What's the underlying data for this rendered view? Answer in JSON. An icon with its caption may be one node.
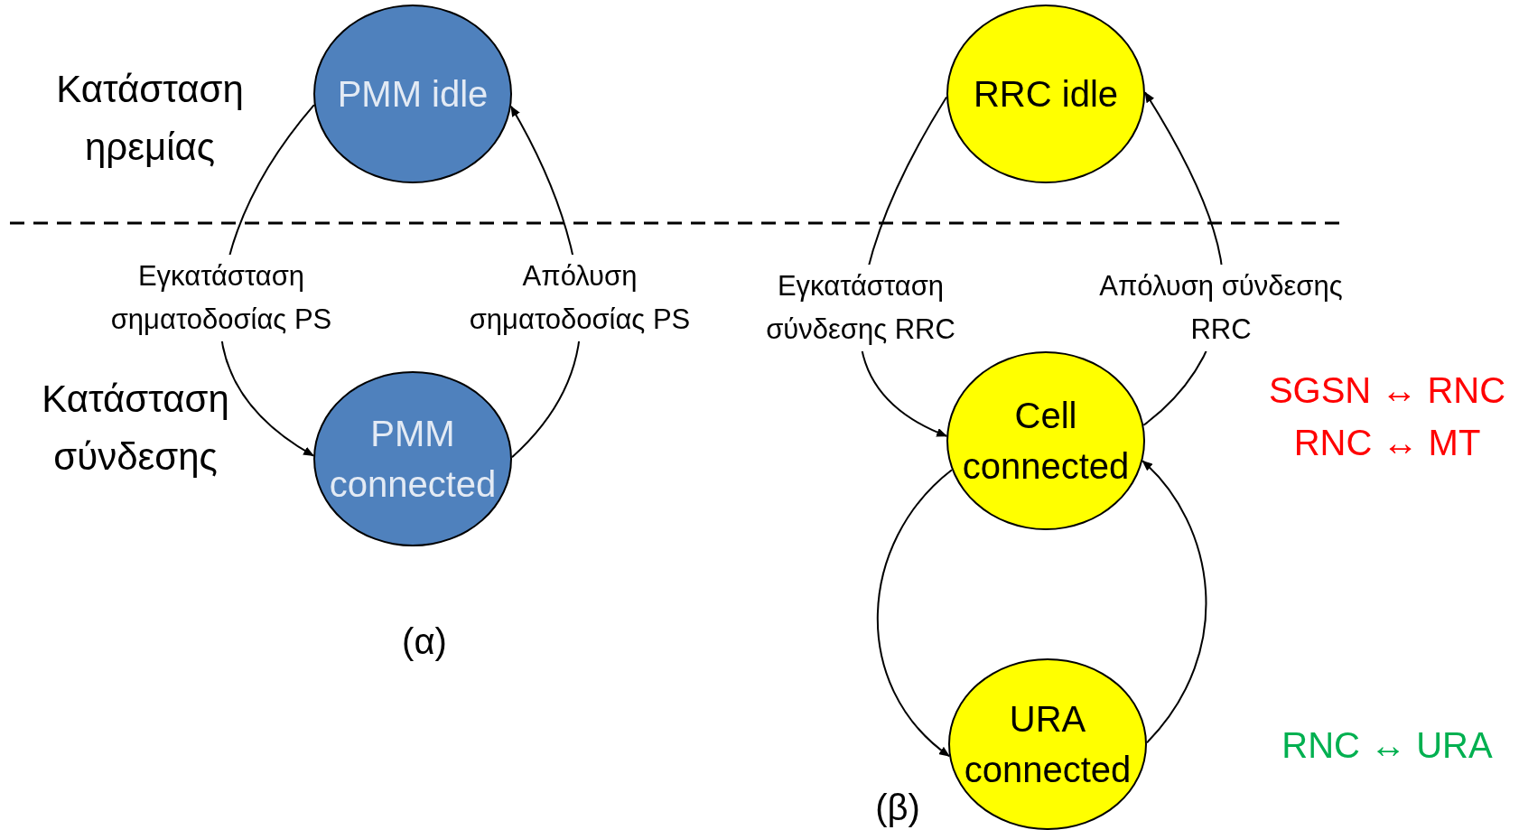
{
  "diagram": {
    "nodes": [
      {
        "text": [
          "PMM idle"
        ]
      },
      {
        "text": [
          "PMM connected"
        ]
      },
      {
        "text": [
          "RRC idle"
        ]
      },
      {
        "text": [
          "Cell connected"
        ]
      },
      {
        "text": [
          "URA connected"
        ]
      }
    ],
    "edges": [
      {
        "from": 0,
        "to": 1,
        "arrow": "to",
        "label": "Εγκατάσταση σηματοδοσίας PS"
      },
      {
        "from": 1,
        "to": 0,
        "arrow": "to",
        "label": "Απόλυση σηματοδοσίας PS"
      },
      {
        "from": 2,
        "to": 3,
        "arrow": "to",
        "label": "Εγκατάσταση σύνδεσης RRC"
      },
      {
        "from": 3,
        "to": 2,
        "arrow": "to",
        "label": "Απόλυση σύνδεσης RRC"
      },
      {
        "from": 3,
        "to": 4,
        "arrow": "to"
      },
      {
        "from": 4,
        "to": 3,
        "arrow": "to"
      }
    ],
    "labels": [
      "Κατάσταση ηρεμίας",
      "Κατάσταση σύνδεσης",
      "(α)",
      "SGSN ↔ RNC",
      "RNC ↔ MT",
      "RNC ↔ URA",
      "(β)"
    ]
  }
}
